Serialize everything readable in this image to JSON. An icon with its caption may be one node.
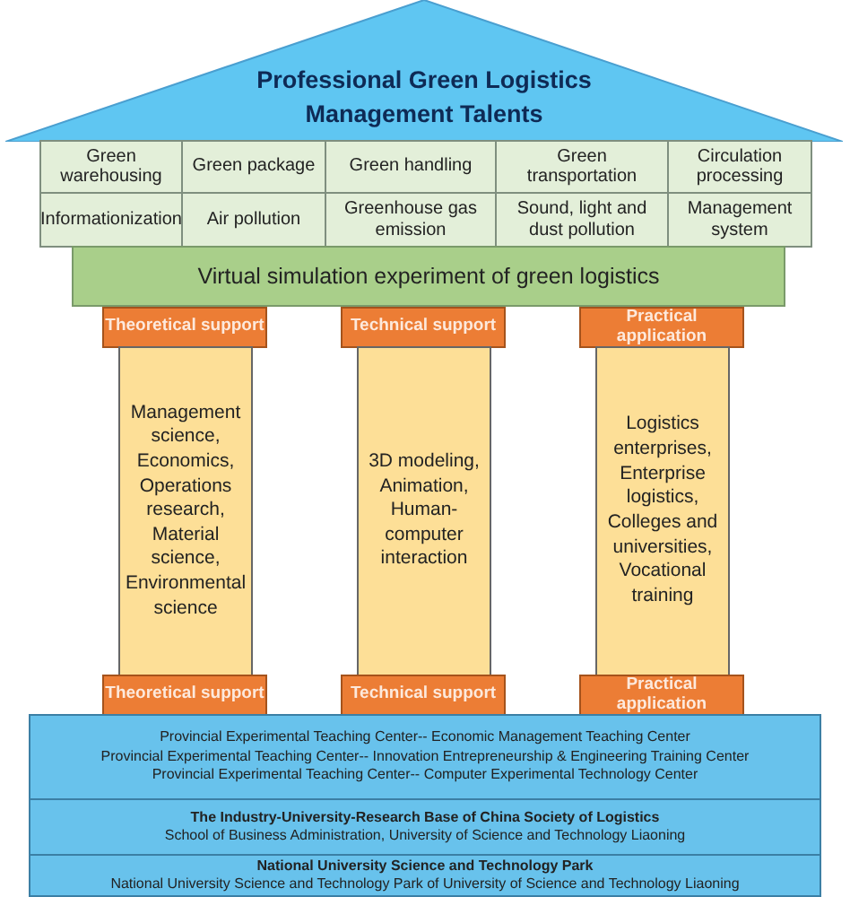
{
  "diagram": {
    "nodes": [
      {
        "text": [
          "Professional Green Logistics Management Talents"
        ]
      },
      {
        "text": [
          "Green warehousing"
        ]
      },
      {
        "text": [
          "Green package"
        ]
      },
      {
        "text": [
          "Green handling"
        ]
      },
      {
        "text": [
          "Green transportation"
        ]
      },
      {
        "text": [
          "Circulation processing"
        ]
      },
      {
        "text": [
          "Informationization"
        ]
      },
      {
        "text": [
          "Air pollution"
        ]
      },
      {
        "text": [
          "Greenhouse gas emission"
        ]
      },
      {
        "text": [
          "Sound, light and dust pollution"
        ]
      },
      {
        "text": [
          "Management system"
        ]
      },
      {
        "text": [
          "Virtual simulation experiment of green logistics"
        ]
      },
      {
        "text": [
          "Theoretical support"
        ]
      },
      {
        "text": [
          "Technical support"
        ]
      },
      {
        "text": [
          "Practical application"
        ]
      },
      {
        "text": [
          "Management science, Economics, Operations research, Material science, Environmental science"
        ]
      },
      {
        "text": [
          "3D modeling, Animation, Human-computer interaction"
        ]
      },
      {
        "text": [
          "Logistics enterprises, Enterprise logistics, Colleges and universities, Vocational training"
        ]
      },
      {
        "text": [
          "Theoretical support"
        ]
      },
      {
        "text": [
          "Technical support"
        ]
      },
      {
        "text": [
          "Practical application"
        ]
      },
      {
        "text": [
          "Provincial Experimental Teaching Center-- Economic Management Teaching Center",
          "Provincial Experimental Teaching Center-- Innovation Entrepreneurship & Engineering Training Center",
          "Provincial Experimental Teaching Center-- Computer Experimental Technology Center"
        ]
      },
      {
        "text": [
          "The Industry-University-Research Base of China Society of Logistics",
          "School of Business Administration, University of Science and Technology Liaoning"
        ]
      },
      {
        "text": [
          "National University Science and Technology Park",
          "National University Science and Technology Park of University of Science and Technology Liaoning"
        ]
      }
    ]
  }
}
